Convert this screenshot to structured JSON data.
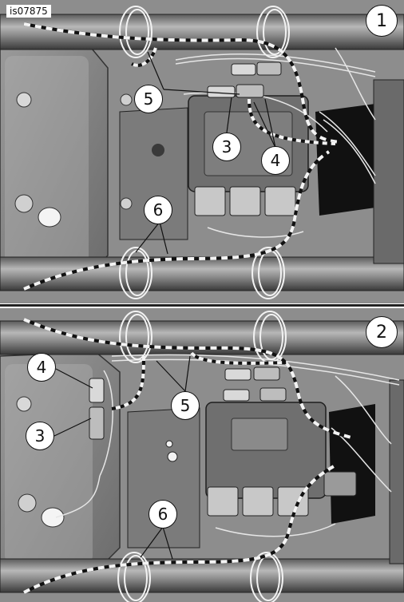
{
  "figure_id": "is07875",
  "panels": [
    {
      "view_number": "1",
      "callouts": {
        "c5": "5",
        "c3": "3",
        "c4": "4",
        "c6": "6"
      }
    },
    {
      "view_number": "2",
      "callouts": {
        "c4": "4",
        "c3": "3",
        "c5": "5",
        "c6": "6"
      }
    }
  ]
}
